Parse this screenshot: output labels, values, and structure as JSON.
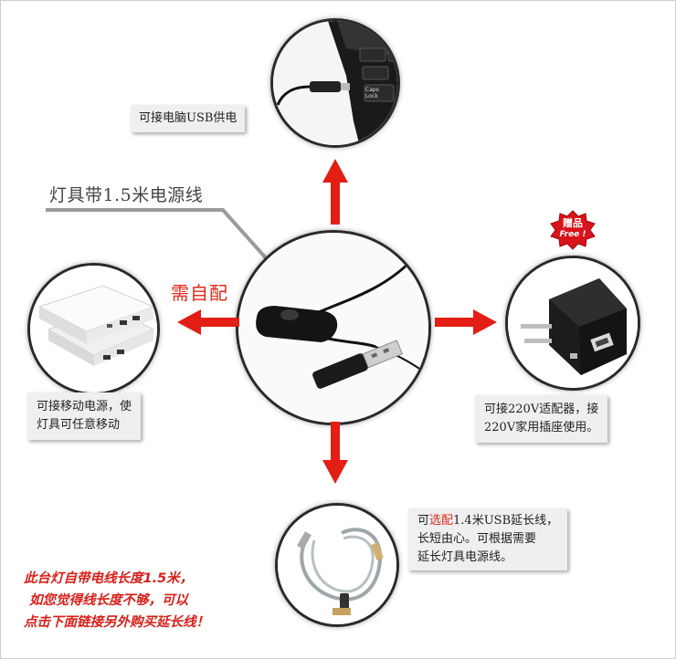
{
  "captions": {
    "top": "可接电脑USB供电",
    "left_line1": "可接移动电源，使",
    "left_line2": "灯具可任意移动",
    "right_line1": "可接220V适配器，接",
    "right_line2": "220V家用插座使用。",
    "bottom_pre": "可",
    "bottom_red": "选配",
    "bottom_post": "1.4米USB延长线，",
    "bottom_line2": "长短由心。可根据需要",
    "bottom_line3": "延长灯具电源线。"
  },
  "cable_label": "灯具带1.5米电源线",
  "need_self": "需自配",
  "gift_badge": {
    "top": "赠品",
    "bottom": "Free !"
  },
  "keyboard_keys": {
    "caps_line1": "Caps",
    "caps_line2": "Lock"
  },
  "note_lines": [
    "此台灯自带电线长度1.5米，",
    "如您觉得线长度不够，可以",
    "点击下面链接另外购买延长线！"
  ],
  "colors": {
    "accent_red": "#e0281c",
    "arrow_red": "#e31e14"
  }
}
